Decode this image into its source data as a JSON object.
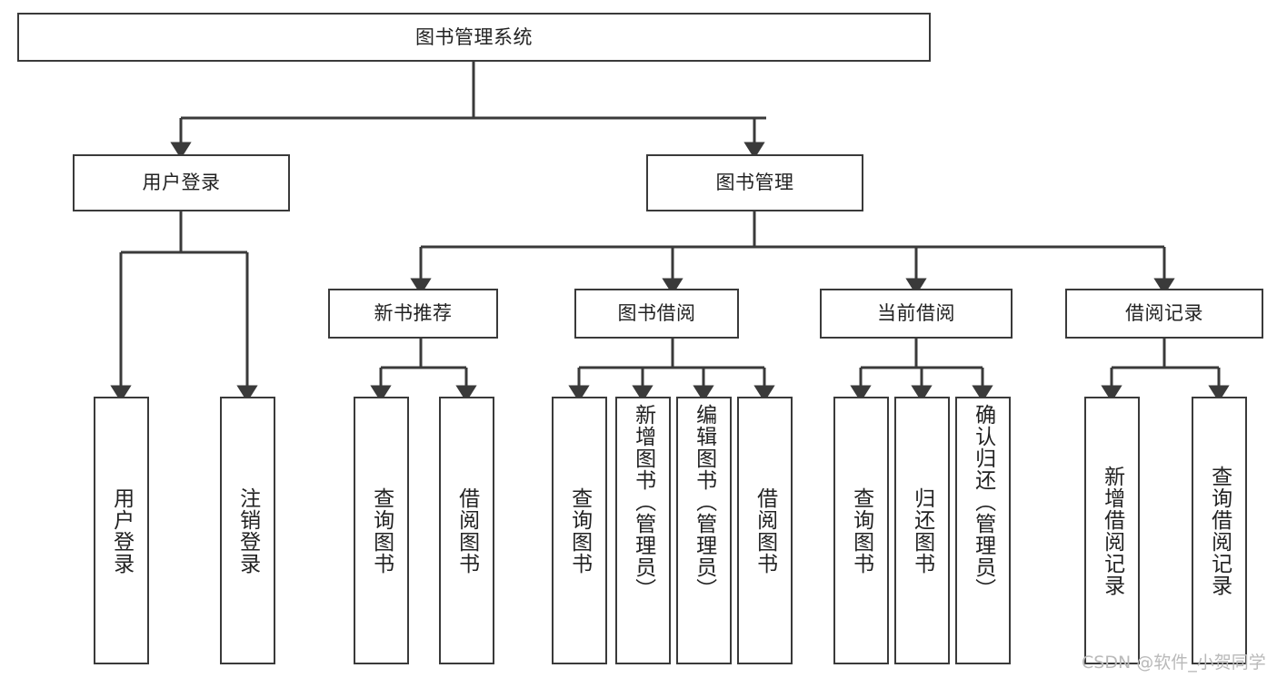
{
  "diagram": {
    "title": "图书管理系统",
    "type": "hierarchy-tree",
    "root": {
      "id": "root",
      "label": "图书管理系统",
      "level": 0
    },
    "level1": [
      {
        "id": "user-login",
        "label": "用户登录"
      },
      {
        "id": "book-manage",
        "label": "图书管理"
      }
    ],
    "level2": [
      {
        "id": "new-book-recommend",
        "label": "新书推荐",
        "parent": "book-manage"
      },
      {
        "id": "book-borrow",
        "label": "图书借阅",
        "parent": "book-manage"
      },
      {
        "id": "current-borrow",
        "label": "当前借阅",
        "parent": "book-manage"
      },
      {
        "id": "borrow-record",
        "label": "借阅记录",
        "parent": "book-manage"
      }
    ],
    "leaves": {
      "user-login": [
        {
          "id": "leaf-user-login",
          "label": "用户登录"
        },
        {
          "id": "leaf-user-logout",
          "label": "注销登录"
        }
      ],
      "new-book-recommend": [
        {
          "id": "leaf-query-book-1",
          "label": "查询图书"
        },
        {
          "id": "leaf-borrow-book-1",
          "label": "借阅图书"
        }
      ],
      "book-borrow": [
        {
          "id": "leaf-query-book-2",
          "label": "查询图书"
        },
        {
          "id": "leaf-add-book",
          "label": "新增图书（管理员）"
        },
        {
          "id": "leaf-edit-book",
          "label": "编辑图书（管理员）"
        },
        {
          "id": "leaf-borrow-book-2",
          "label": "借阅图书"
        }
      ],
      "current-borrow": [
        {
          "id": "leaf-query-book-3",
          "label": "查询图书"
        },
        {
          "id": "leaf-return-book",
          "label": "归还图书"
        },
        {
          "id": "leaf-confirm-return",
          "label": "确认归还（管理员）"
        }
      ],
      "borrow-record": [
        {
          "id": "leaf-add-record",
          "label": "新增借阅记录"
        },
        {
          "id": "leaf-query-record",
          "label": "查询借阅记录"
        }
      ]
    }
  },
  "watermark": {
    "text": "CSDN @软件_小贺同学"
  },
  "colors": {
    "stroke": "#3a3a3a",
    "background": "#ffffff",
    "text": "#222222",
    "watermark": "#b9b9b9"
  }
}
